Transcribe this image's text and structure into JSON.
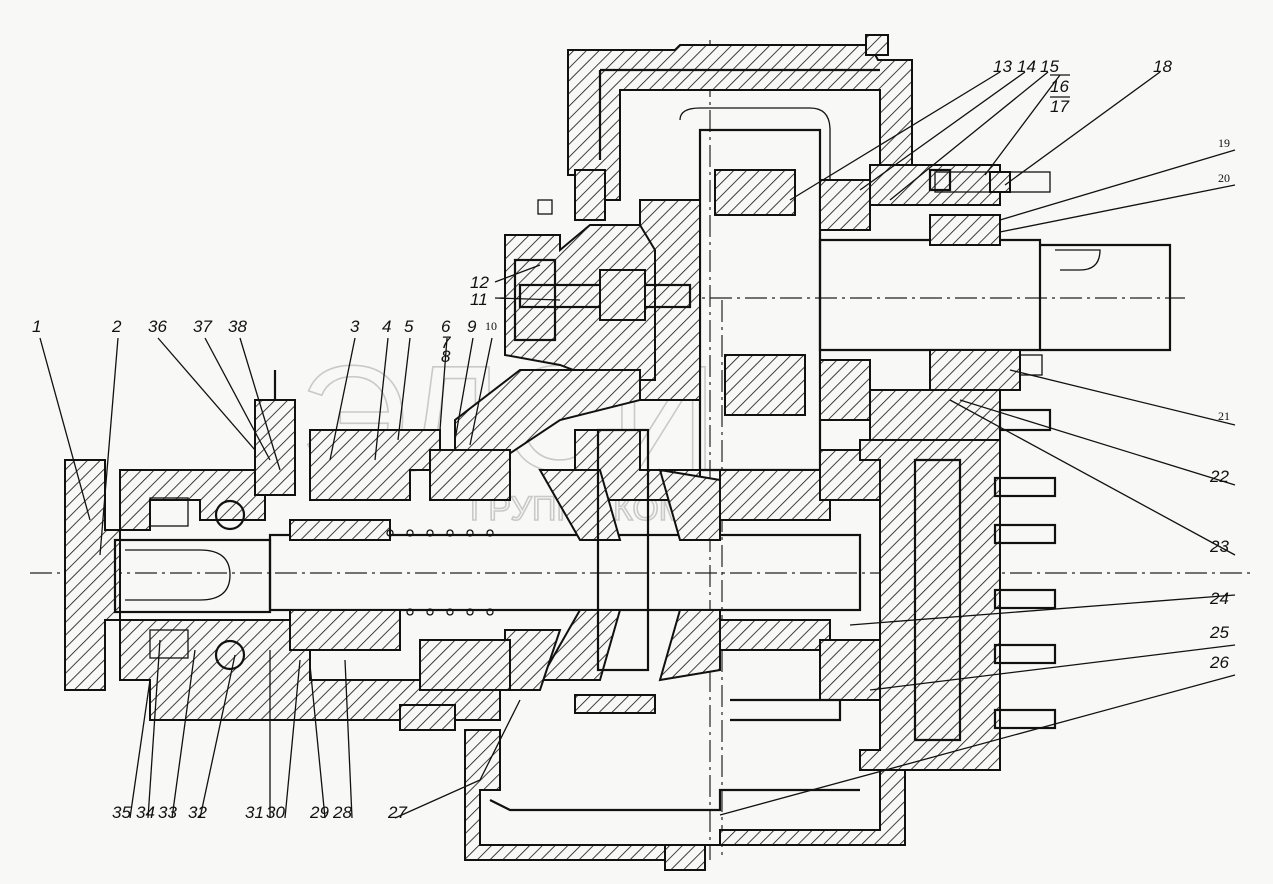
{
  "drawing": {
    "title": "Cross-section assembly drawing",
    "watermark": {
      "logo": "ЭЛСИ",
      "subtitle": "ГРУППА КОМПАНИЙ"
    },
    "callouts": {
      "p1": "1",
      "p2": "2",
      "p3": "3",
      "p4": "4",
      "p5": "5",
      "p6": "6",
      "p7": "7",
      "p8": "8",
      "p9": "9",
      "p10": "10",
      "p11": "11",
      "p12": "12",
      "p13": "13",
      "p14": "14",
      "p15": "15",
      "p16": "16",
      "p17": "17",
      "p18": "18",
      "p19": "19",
      "p20": "20",
      "p21": "21",
      "p22": "22",
      "p23": "23",
      "p24": "24",
      "p25": "25",
      "p26": "26",
      "p27": "27",
      "p28": "28",
      "p29": "29",
      "p30": "30",
      "p31": "31",
      "p32": "32",
      "p33": "33",
      "p34": "34",
      "p35": "35",
      "p36": "36",
      "p37": "37",
      "p38": "38"
    }
  }
}
